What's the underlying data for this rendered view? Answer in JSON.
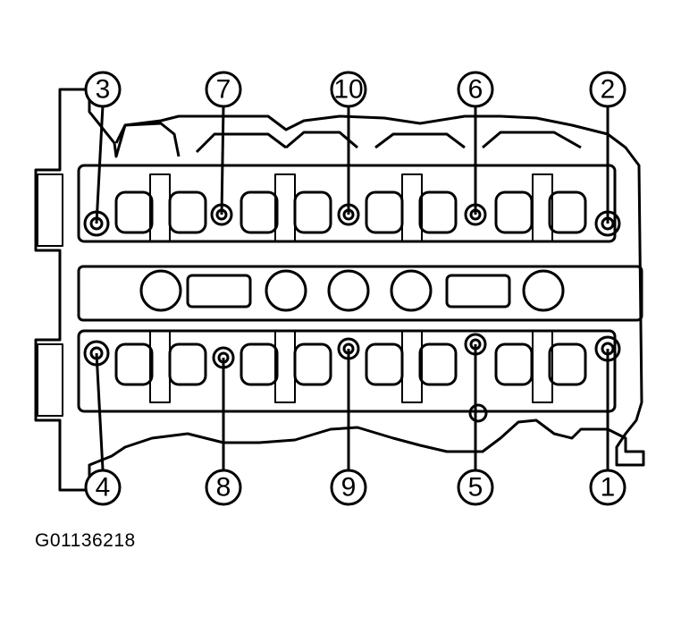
{
  "figure_code": "G01136218",
  "callouts": [
    {
      "label": "1"
    },
    {
      "label": "2"
    },
    {
      "label": "3"
    },
    {
      "label": "4"
    },
    {
      "label": "5"
    },
    {
      "label": "6"
    },
    {
      "label": "7"
    },
    {
      "label": "8"
    },
    {
      "label": "9"
    },
    {
      "label": "10"
    }
  ]
}
